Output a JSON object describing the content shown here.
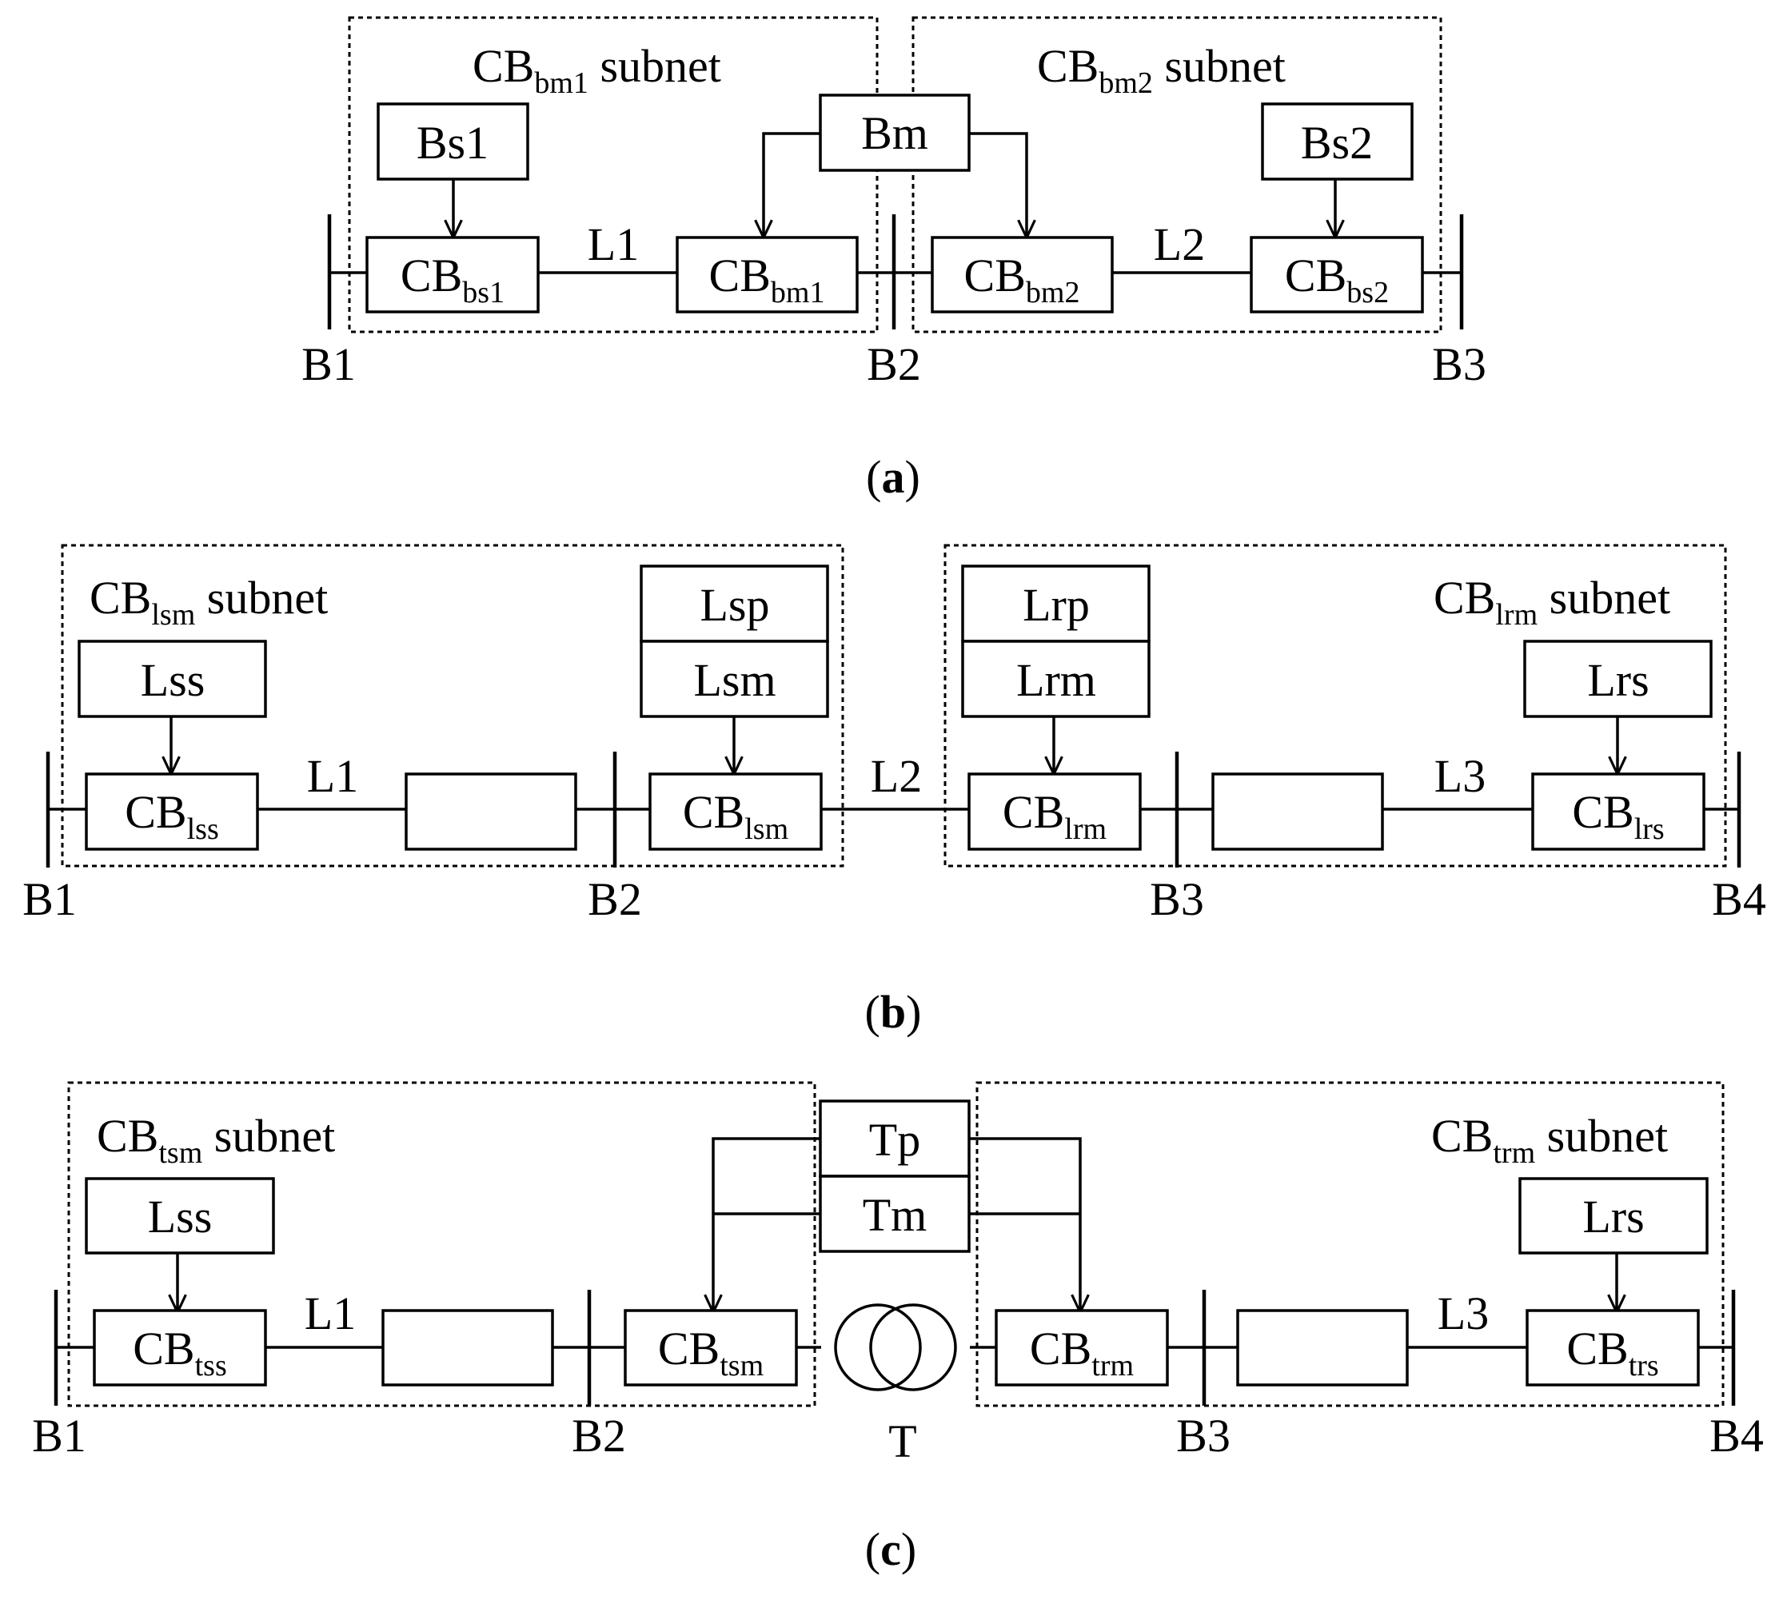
{
  "diagram_a": {
    "caption_letter": "a",
    "subnet_left": {
      "base": "CB",
      "sub": "bm1",
      "suffix": " subnet"
    },
    "subnet_right": {
      "base": "CB",
      "sub": "bm2",
      "suffix": " subnet"
    },
    "relays": {
      "bs1": "Bs1",
      "bm": "Bm",
      "bs2": "Bs2"
    },
    "breakers": {
      "bs1": {
        "base": "CB",
        "sub": "bs1"
      },
      "bm1": {
        "base": "CB",
        "sub": "bm1"
      },
      "bm2": {
        "base": "CB",
        "sub": "bm2"
      },
      "bs2": {
        "base": "CB",
        "sub": "bs2"
      }
    },
    "lines": {
      "l1": "L1",
      "l2": "L2"
    },
    "buses": {
      "b1": "B1",
      "b2": "B2",
      "b3": "B3"
    }
  },
  "diagram_b": {
    "caption_letter": "b",
    "subnet_left": {
      "base": "CB",
      "sub": "lsm",
      "suffix": " subnet"
    },
    "subnet_right": {
      "base": "CB",
      "sub": "lrm",
      "suffix": " subnet"
    },
    "relays": {
      "lss": "Lss",
      "lsp": "Lsp",
      "lsm": "Lsm",
      "lrp": "Lrp",
      "lrm": "Lrm",
      "lrs": "Lrs"
    },
    "breakers": {
      "lss": {
        "base": "CB",
        "sub": "lss"
      },
      "lsm": {
        "base": "CB",
        "sub": "lsm"
      },
      "lrm": {
        "base": "CB",
        "sub": "lrm"
      },
      "lrs": {
        "base": "CB",
        "sub": "lrs"
      }
    },
    "lines": {
      "l1": "L1",
      "l2": "L2",
      "l3": "L3"
    },
    "buses": {
      "b1": "B1",
      "b2": "B2",
      "b3": "B3",
      "b4": "B4"
    }
  },
  "diagram_c": {
    "caption_letter": "c",
    "subnet_left": {
      "base": "CB",
      "sub": "tsm",
      "suffix": " subnet"
    },
    "subnet_right": {
      "base": "CB",
      "sub": "trm",
      "suffix": " subnet"
    },
    "relays": {
      "lss": "Lss",
      "tp": "Tp",
      "tm": "Tm",
      "lrs": "Lrs"
    },
    "breakers": {
      "tss": {
        "base": "CB",
        "sub": "tss"
      },
      "tsm": {
        "base": "CB",
        "sub": "tsm"
      },
      "trm": {
        "base": "CB",
        "sub": "trm"
      },
      "trs": {
        "base": "CB",
        "sub": "trs"
      }
    },
    "lines": {
      "l1": "L1",
      "l3": "L3"
    },
    "transformer": "T",
    "buses": {
      "b1": "B1",
      "b2": "B2",
      "b3": "B3",
      "b4": "B4"
    }
  }
}
